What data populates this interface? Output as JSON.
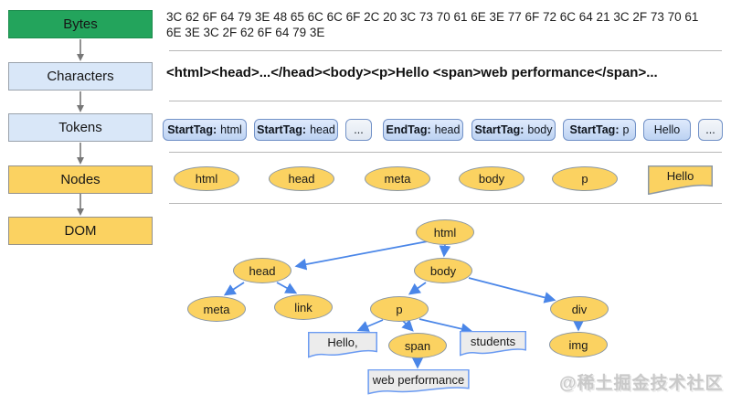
{
  "pipeline": {
    "stages": [
      {
        "label": "Bytes"
      },
      {
        "label": "Characters"
      },
      {
        "label": "Tokens"
      },
      {
        "label": "Nodes"
      },
      {
        "label": "DOM"
      }
    ]
  },
  "bytes": {
    "line1": "3C 62 6F 64 79 3E 48 65 6C 6C 6F 2C 20 3C 73 70 61 6E 3E 77 6F 72 6C 64 21 3C 2F 73 70 61",
    "line2": "6E 3E 3C 2F 62 6F 64 79 3E"
  },
  "characters": {
    "text": "<html><head>...</head><body><p>Hello <span>web performance</span>..."
  },
  "tokens": [
    {
      "label": "StartTag:",
      "value": "html"
    },
    {
      "label": "StartTag:",
      "value": "head"
    },
    {
      "value": "..."
    },
    {
      "label": "EndTag:",
      "value": "head"
    },
    {
      "label": "StartTag:",
      "value": "body"
    },
    {
      "label": "StartTag:",
      "value": "p"
    },
    {
      "value": "Hello"
    },
    {
      "value": "..."
    }
  ],
  "nodes_row": {
    "ellipses": [
      "html",
      "head",
      "meta",
      "body",
      "p"
    ],
    "text_node": "Hello"
  },
  "dom_tree": {
    "nodes": [
      "html",
      "head",
      "body",
      "meta",
      "link",
      "p",
      "div",
      "span",
      "img"
    ],
    "text_nodes": [
      "Hello,",
      "students",
      "web performance"
    ]
  },
  "watermark": "@稀土掘金技术社区",
  "colors": {
    "stage_green": "#23a45c",
    "stage_blue": "#d9e7f8",
    "stage_yellow": "#fbd261",
    "token_border": "#7191c7",
    "ellipse_fill": "#fbd261",
    "tree_arrow_blue": "#4a86e8",
    "text_node_fill": "#ececec",
    "text_node_border": "#6b9bf2"
  }
}
